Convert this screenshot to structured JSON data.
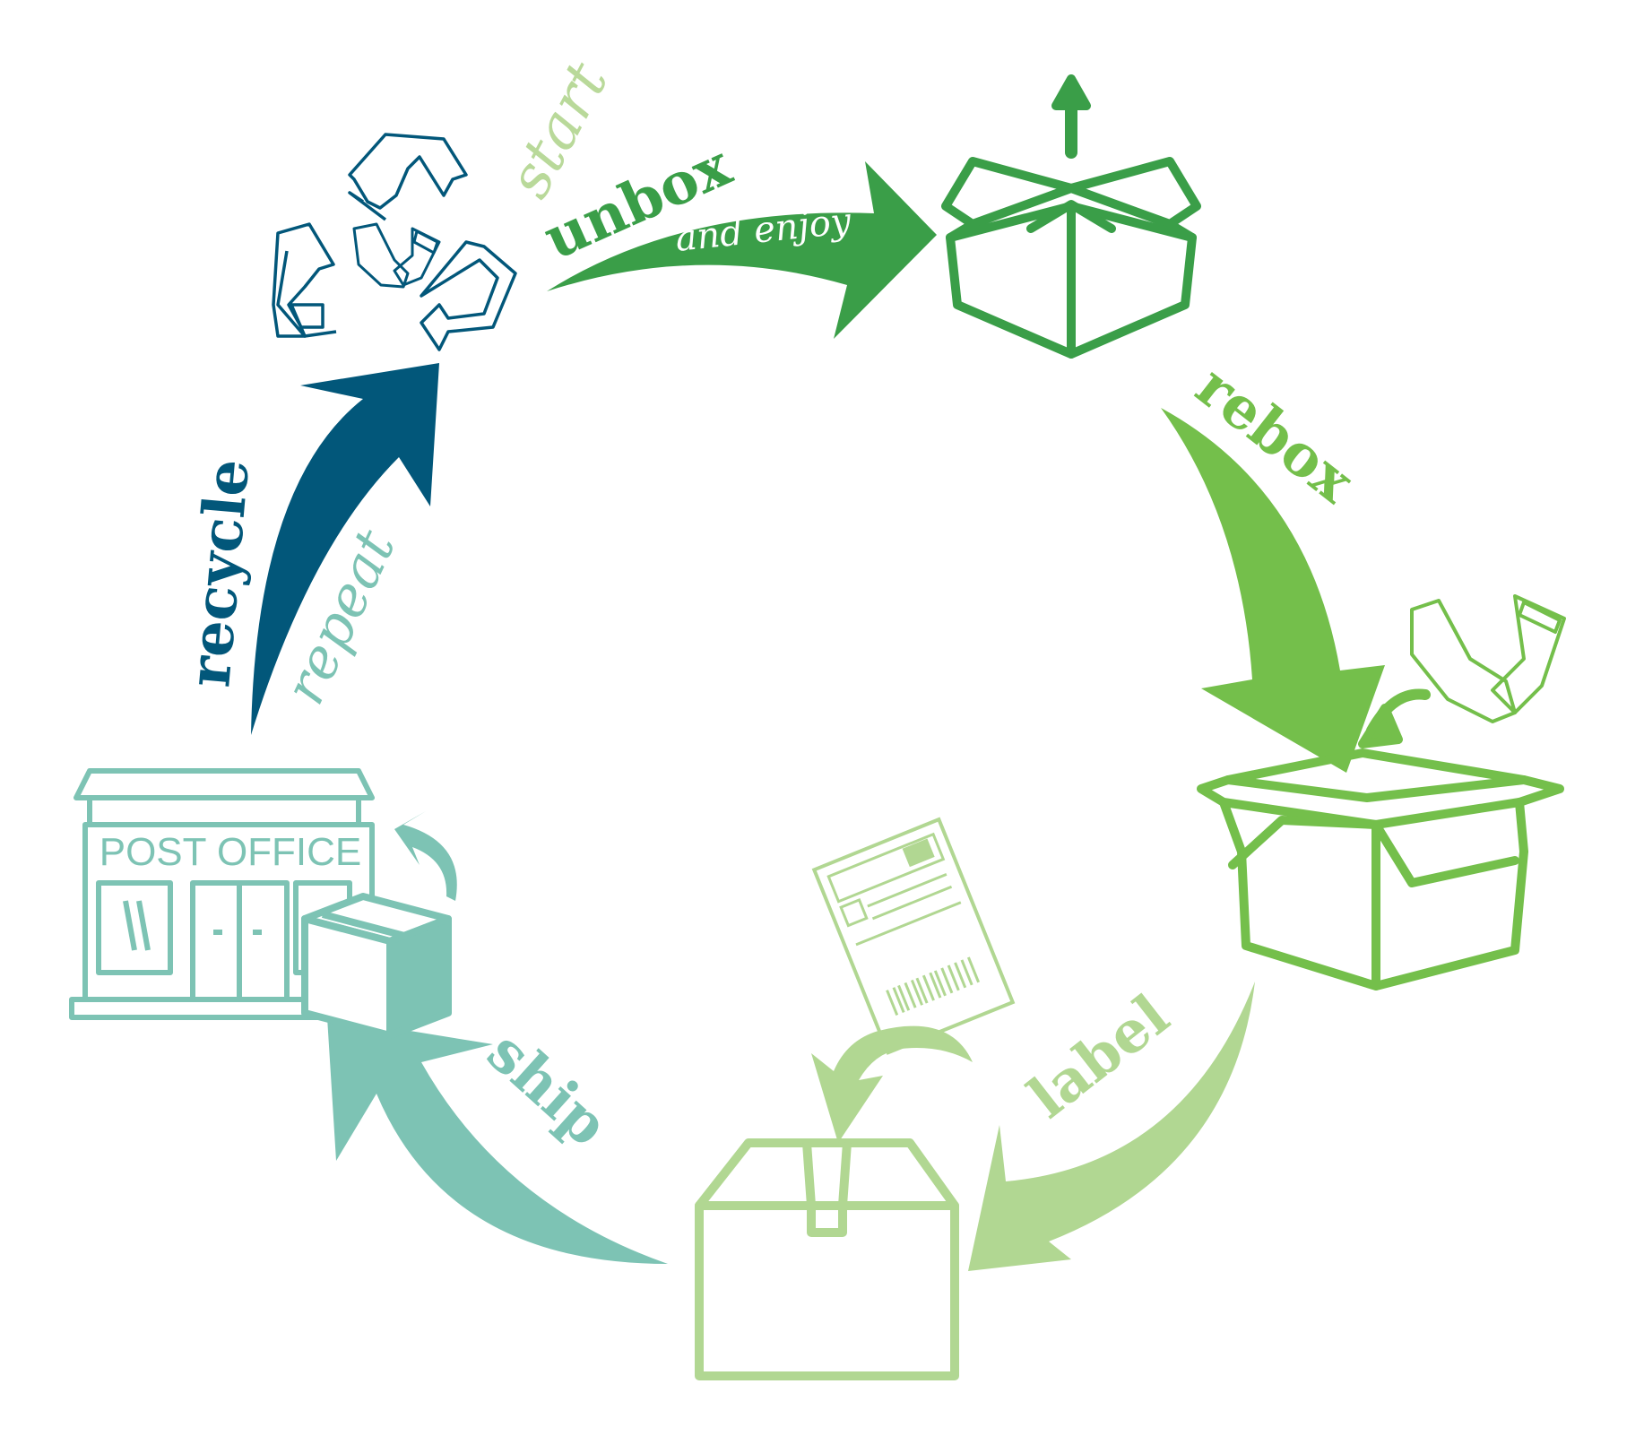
{
  "steps": {
    "unbox": {
      "kicker": "start",
      "label": "unbox",
      "note": "and enjoy"
    },
    "rebox": {
      "label": "rebox"
    },
    "label_step": {
      "label": "label"
    },
    "ship": {
      "label": "ship"
    },
    "recycle": {
      "label": "recycle",
      "note": "repeat"
    }
  },
  "post_office": {
    "sign": "POST OFFICE"
  },
  "colors": {
    "unbox": "#3a9e48",
    "unbox_light": "#b9d99a",
    "rebox": "#74bf4b",
    "label": "#b1d792",
    "ship": "#7dc3b4",
    "recycle": "#02577a",
    "repeat": "#7dc3b4"
  },
  "icons": {
    "top_right": "open-box-with-up-arrow-icon",
    "right": "open-box-with-socks-icon",
    "bottom": "closed-box-icon",
    "label": "shipping-label-icon",
    "left": "post-office-with-package-icon",
    "top_left": "recycle-with-socks-icon"
  }
}
